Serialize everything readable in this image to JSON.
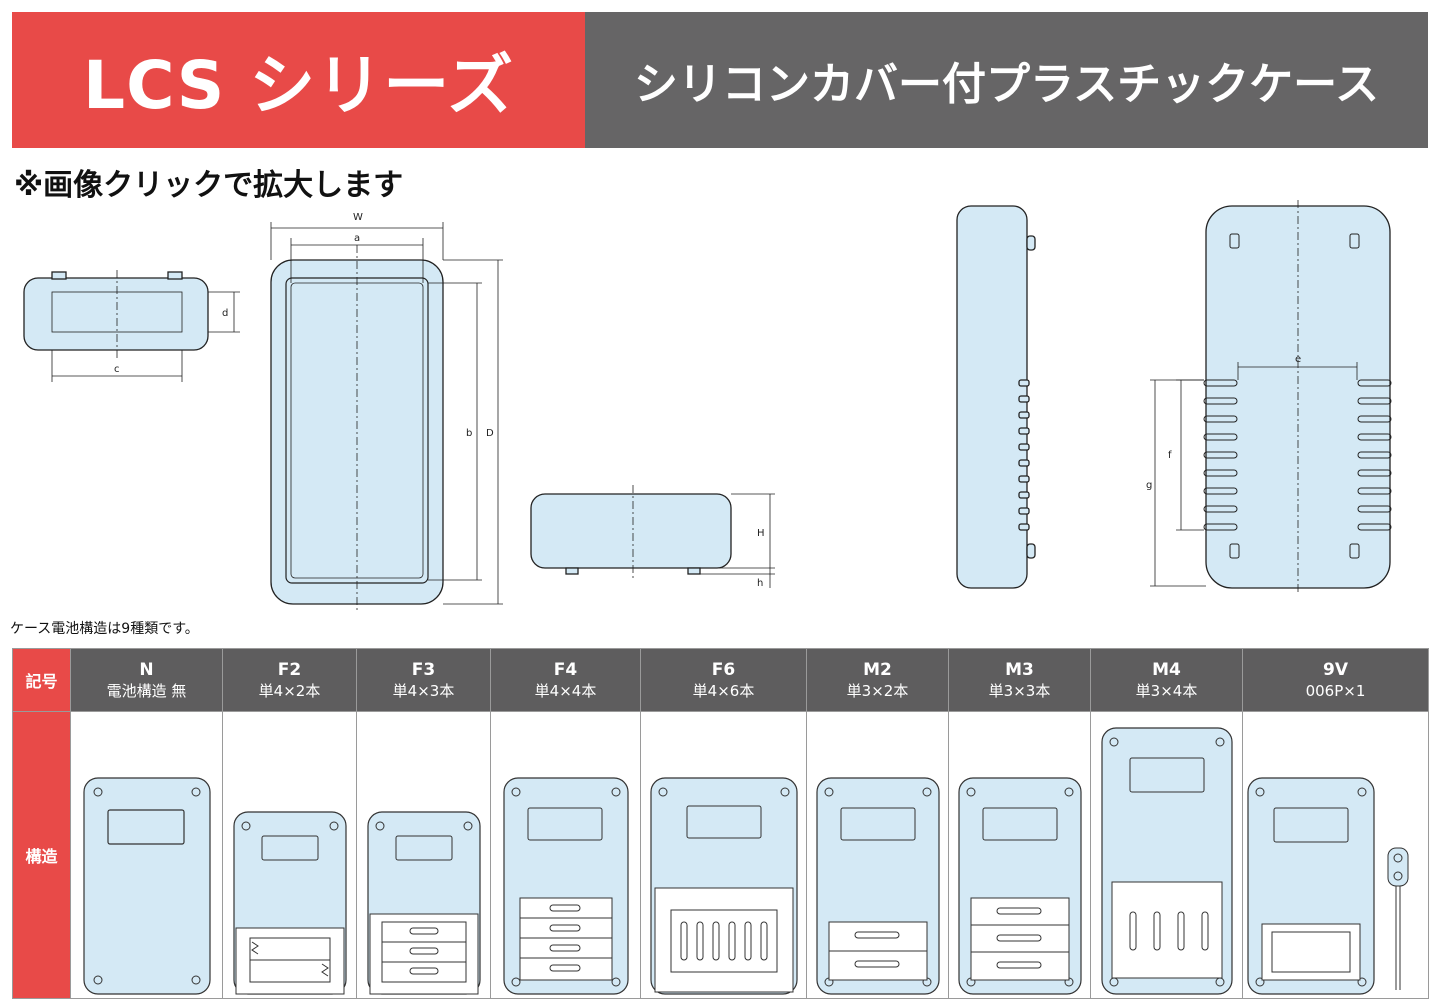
{
  "banner": {
    "series": "LCS シリーズ",
    "product": "シリコンカバー付プラスチックケース",
    "colors": {
      "series_bg": "#e84a48",
      "product_bg": "#666566"
    }
  },
  "notice": "※画像クリックで拡大します",
  "dimension_labels": {
    "W": "W",
    "a": "a",
    "b": "b",
    "D": "D",
    "c": "c",
    "d": "d",
    "H": "H",
    "h": "h",
    "e": "e",
    "f": "f",
    "g": "g"
  },
  "caption": "ケース電池構造は9種類です。",
  "table": {
    "row_labels": {
      "code": "記号",
      "structure": "構造"
    },
    "columns": [
      {
        "code": "N",
        "desc": "電池構造 無"
      },
      {
        "code": "F2",
        "desc": "単4×2本"
      },
      {
        "code": "F3",
        "desc": "単4×3本"
      },
      {
        "code": "F4",
        "desc": "単4×4本"
      },
      {
        "code": "F6",
        "desc": "単4×6本"
      },
      {
        "code": "M2",
        "desc": "単3×2本"
      },
      {
        "code": "M3",
        "desc": "単3×3本"
      },
      {
        "code": "M4",
        "desc": "単3×4本"
      },
      {
        "code": "9V",
        "desc": "006P×1"
      }
    ]
  }
}
